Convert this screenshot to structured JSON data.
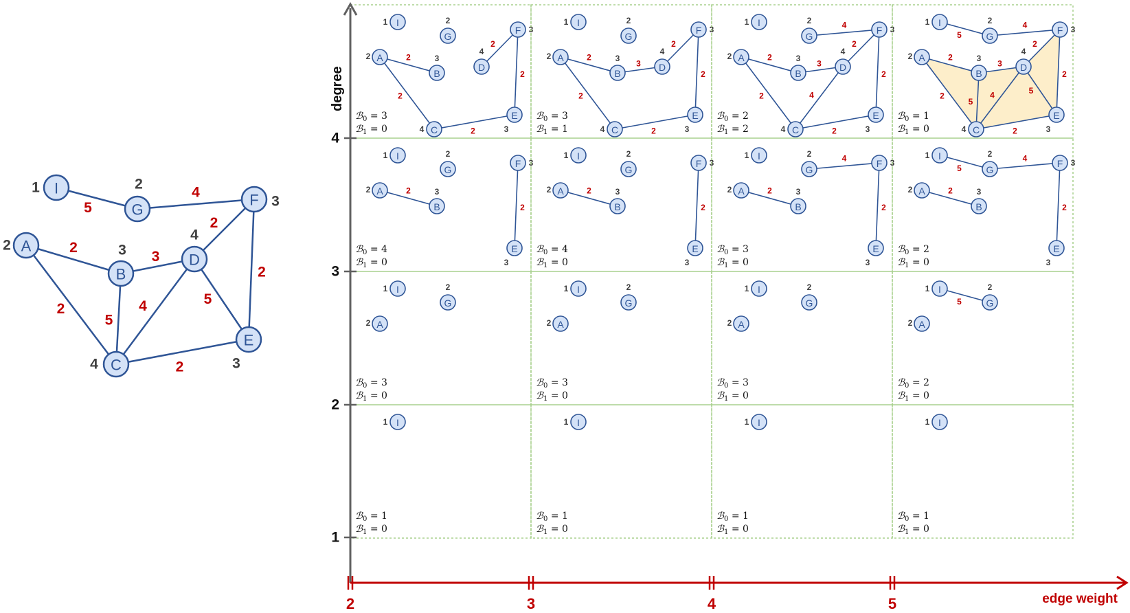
{
  "axes": {
    "y_title": "degree",
    "x_title": "edge weight",
    "y_ticks": [
      "1",
      "2",
      "3",
      "4"
    ],
    "x_ticks": [
      "2",
      "3",
      "4",
      "5"
    ]
  },
  "colors": {
    "node_fill": "#d4e2f7",
    "node_stroke": "#2f5596",
    "edge": "#2f5596",
    "weight_label": "#c00000",
    "degree_label": "#404040",
    "grid": "#a9d18e",
    "face": "#fdeeca"
  },
  "graph": {
    "nodes": [
      {
        "id": "A",
        "degree": 2
      },
      {
        "id": "B",
        "degree": 3
      },
      {
        "id": "C",
        "degree": 4
      },
      {
        "id": "D",
        "degree": 4
      },
      {
        "id": "E",
        "degree": 3
      },
      {
        "id": "F",
        "degree": 3
      },
      {
        "id": "G",
        "degree": 2
      },
      {
        "id": "I",
        "degree": 1
      }
    ],
    "edges": [
      {
        "u": "A",
        "v": "B",
        "w": 2
      },
      {
        "u": "A",
        "v": "C",
        "w": 2
      },
      {
        "u": "C",
        "v": "E",
        "w": 2
      },
      {
        "u": "E",
        "v": "F",
        "w": 2
      },
      {
        "u": "D",
        "v": "F",
        "w": 2
      },
      {
        "u": "B",
        "v": "D",
        "w": 3
      },
      {
        "u": "C",
        "v": "D",
        "w": 4
      },
      {
        "u": "G",
        "v": "F",
        "w": 4
      },
      {
        "u": "I",
        "v": "G",
        "w": 5
      },
      {
        "u": "B",
        "v": "C",
        "w": 5
      },
      {
        "u": "D",
        "v": "E",
        "w": 5
      }
    ]
  },
  "grid": {
    "weights": [
      2,
      3,
      4,
      5
    ],
    "degrees": [
      4,
      3,
      2,
      1
    ],
    "cells": [
      [
        {
          "b0": "3",
          "b1": "0"
        },
        {
          "b0": "3",
          "b1": "1"
        },
        {
          "b0": "2",
          "b1": "2"
        },
        {
          "b0": "1",
          "b1": "0"
        }
      ],
      [
        {
          "b0": "4",
          "b1": "0"
        },
        {
          "b0": "4",
          "b1": "0"
        },
        {
          "b0": "3",
          "b1": "0"
        },
        {
          "b0": "2",
          "b1": "0"
        }
      ],
      [
        {
          "b0": "3",
          "b1": "0"
        },
        {
          "b0": "3",
          "b1": "0"
        },
        {
          "b0": "3",
          "b1": "0"
        },
        {
          "b0": "2",
          "b1": "0"
        }
      ],
      [
        {
          "b0": "1",
          "b1": "0"
        },
        {
          "b0": "1",
          "b1": "0"
        },
        {
          "b0": "1",
          "b1": "0"
        },
        {
          "b0": "1",
          "b1": "0"
        }
      ]
    ]
  }
}
